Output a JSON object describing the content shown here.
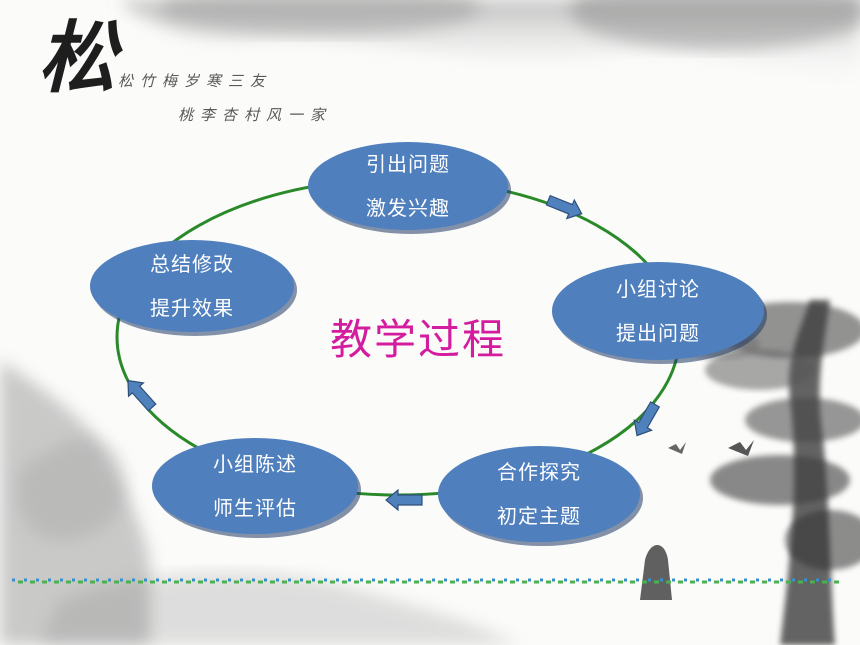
{
  "header": {
    "logo_char": "松",
    "line1": "松竹梅岁寒三友",
    "line2": "桃李杏村风一家"
  },
  "center_title": "教学过程",
  "nodes": [
    {
      "line1": "引出问题",
      "line2": "激发兴趣"
    },
    {
      "line1": "小组讨论",
      "line2": "提出问题"
    },
    {
      "line1": "合作探究",
      "line2": "初定主题"
    },
    {
      "line1": "小组陈述",
      "line2": "师生评估"
    },
    {
      "line1": "总结修改",
      "line2": "提升效果"
    }
  ],
  "colors": {
    "node": "#4f7fbd",
    "ring": "#2a8a2a",
    "title": "#d41c9e",
    "arrow": "#4f81bd"
  }
}
